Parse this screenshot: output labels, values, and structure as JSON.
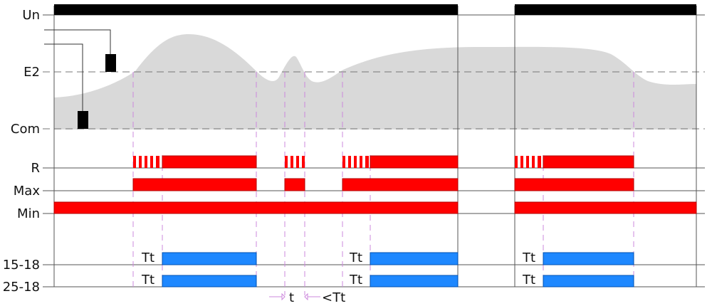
{
  "rows": {
    "un": "Un",
    "e2": "E2",
    "com": "Com",
    "r": "R",
    "max": "Max",
    "min": "Min",
    "r1518": "15-18",
    "r2518": "25-18"
  },
  "timing": {
    "tt": "Tt",
    "t": "t",
    "lt_tt": "<Tt"
  },
  "colors": {
    "supply_bar": "#000000",
    "level_fill": "#d9d9d9",
    "relay_red": "#ff0000",
    "output_blue": "#1e88ff",
    "guide_dash": "#cc88dd",
    "grid": "#555555"
  }
}
